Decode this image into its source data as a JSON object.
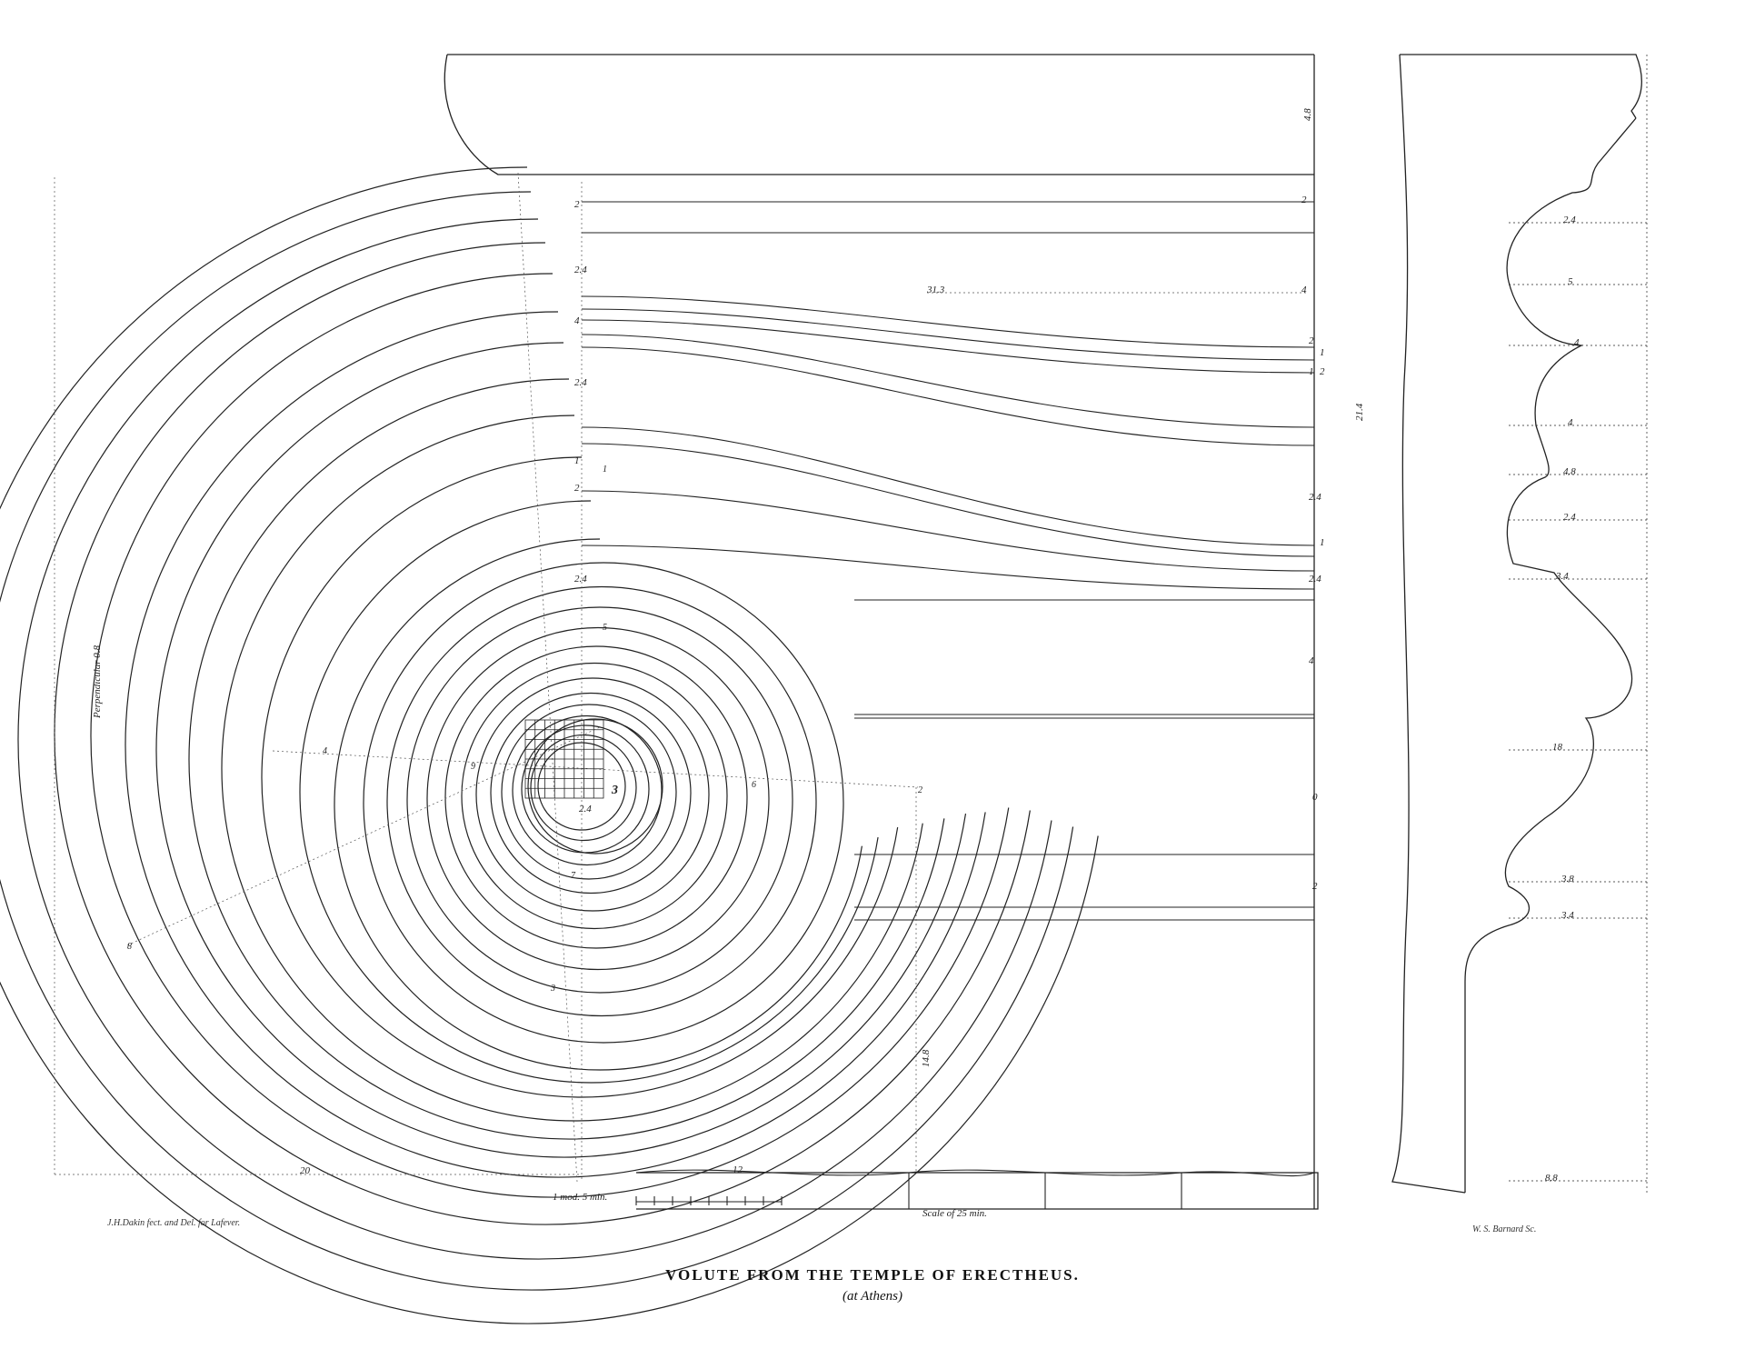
{
  "plate": {
    "title": "VOLUTE FROM THE TEMPLE OF ERECTHEUS.",
    "subtitle": "(at Athens)",
    "credit_left": "J.H.Dakin fect. and Del. for Lafever.",
    "credit_right": "W. S. Barnard Sc."
  },
  "dimensions": {
    "top_right_stack": [
      "4.8",
      "2",
      "4",
      "2",
      "1",
      "1",
      "2",
      "2.4",
      "1",
      "2.4",
      "4",
      "0",
      "2"
    ],
    "left_col_stack": [
      "2",
      "2.4",
      "4",
      "2.4",
      "1",
      "2",
      "2.4"
    ],
    "right_vertical": "21.4",
    "width_label": "31.3",
    "left_vertical": "Perpendicular 0.8",
    "bottom_width": "20",
    "bottom_right": "12",
    "lower_vertical": "14.8",
    "eye_label": "2.4",
    "eye_number": "3"
  },
  "scales": {
    "small_label": "1 mod. 5 min.",
    "large_label": "Scale of 25 min."
  },
  "profile": {
    "labels": [
      "2.4",
      "5",
      "4",
      "4",
      "4.8",
      "2.4",
      "3.4",
      "18",
      "3.8",
      "3.4",
      "8.8"
    ]
  },
  "spiral_points": [
    "1",
    "2",
    "3",
    "4",
    "5",
    "6",
    "7",
    "8",
    "9"
  ]
}
